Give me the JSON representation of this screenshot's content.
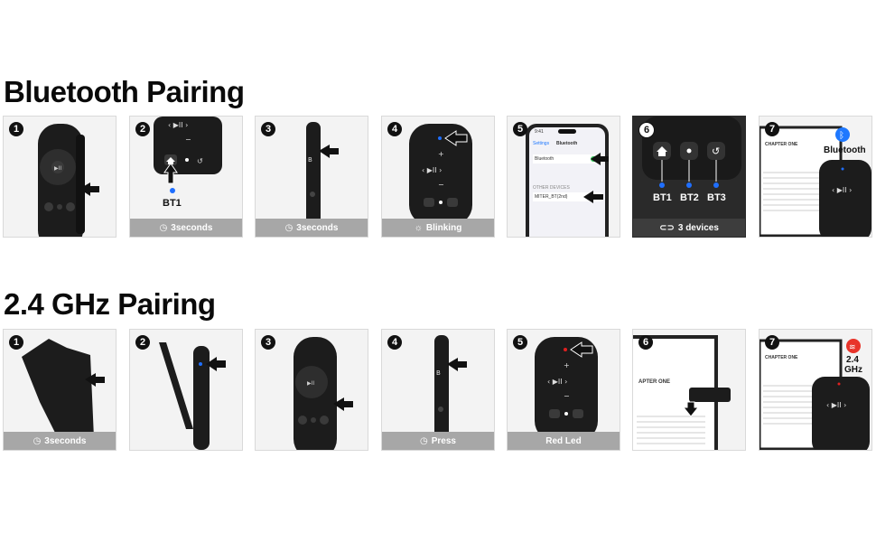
{
  "sections": {
    "bluetooth": {
      "title": "Bluetooth Pairing",
      "steps": [
        {
          "num": "1"
        },
        {
          "num": "2",
          "label": "BT1",
          "caption": "3seconds"
        },
        {
          "num": "3",
          "caption": "3seconds"
        },
        {
          "num": "4",
          "caption": "Blinking"
        },
        {
          "num": "5",
          "phone": {
            "time": "9:41",
            "back": "Settings",
            "title": "Bluetooth",
            "row": "Bluetooth",
            "other": "OTHER DEVICES",
            "device": "MITER_BT(2nd)"
          }
        },
        {
          "num": "6",
          "labels": [
            "BT1",
            "BT2",
            "BT3"
          ],
          "caption": "3 devices"
        },
        {
          "num": "7",
          "label": "Bluetooth",
          "chapter": "CHAPTER ONE"
        }
      ]
    },
    "ghz": {
      "title": "2.4 GHz Pairing",
      "steps": [
        {
          "num": "1",
          "caption": "3seconds"
        },
        {
          "num": "2"
        },
        {
          "num": "3"
        },
        {
          "num": "4",
          "caption": "Press"
        },
        {
          "num": "5",
          "caption": "Red Led"
        },
        {
          "num": "6",
          "chapter": "APTER ONE"
        },
        {
          "num": "7",
          "label_line1": "2.4",
          "label_line2": "GHz",
          "chapter": "CHAPTER ONE"
        }
      ]
    }
  },
  "colors": {
    "blue_led": "#1f6fff",
    "red_led": "#e02020",
    "green_toggle": "#34c759",
    "bt_badge": "#1e78ff",
    "wifi_badge": "#e8342a"
  },
  "icons": [
    "clock-icon",
    "bulb-icon",
    "link-icon",
    "arrow-icon",
    "home-icon",
    "bluetooth-icon",
    "wifi-icon"
  ]
}
